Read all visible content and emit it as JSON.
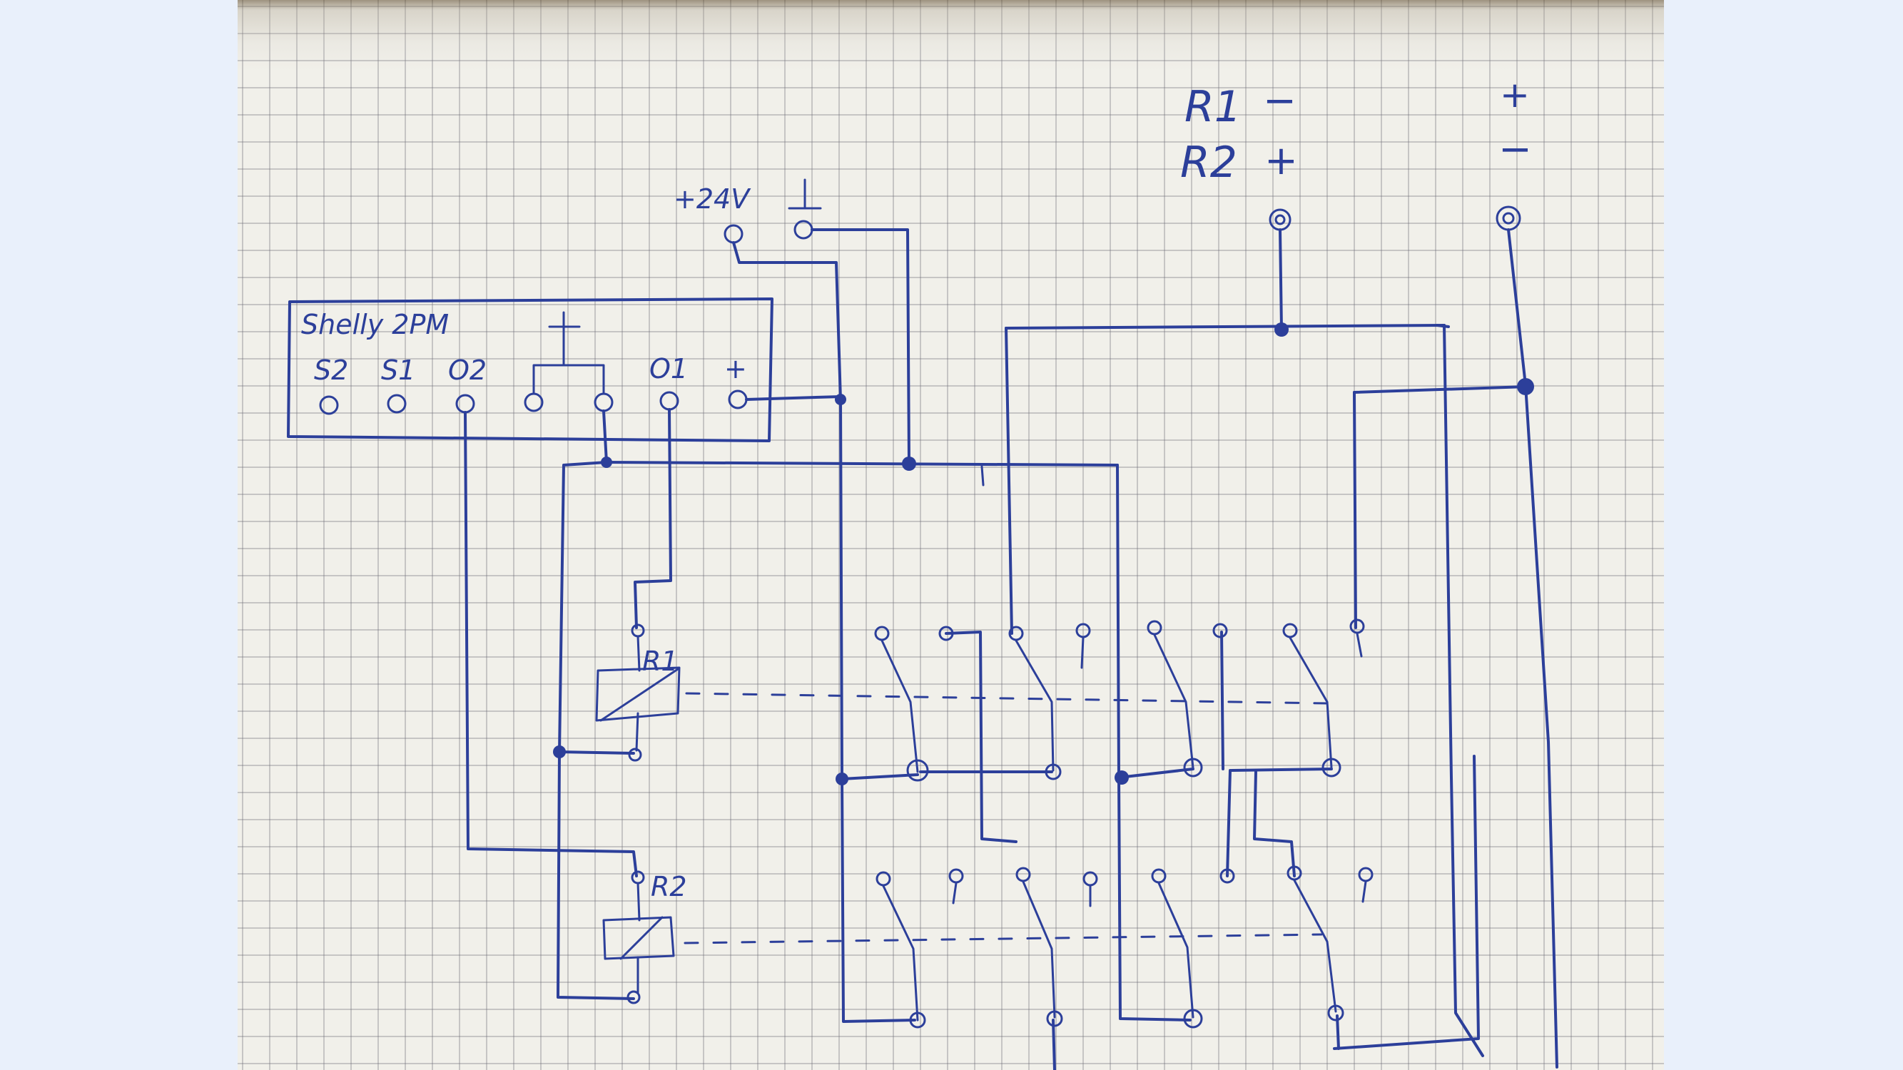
{
  "colors": {
    "ink": "#2c3f9a",
    "paper": "#f1f0ea",
    "background": "#e9f0fb"
  },
  "device": {
    "name": "Shelly 2PM",
    "terminals": [
      "S2",
      "S1",
      "O2",
      "O1",
      "+"
    ]
  },
  "supply": {
    "plus_label": "+24V",
    "ground_symbol": "⊥"
  },
  "output": {
    "legend": [
      {
        "relay": "R1",
        "left": "−",
        "right": "+"
      },
      {
        "relay": "R2",
        "left": "+",
        "right": "−"
      }
    ]
  },
  "relays": {
    "r1_label": "R1",
    "r2_label": "R2"
  }
}
